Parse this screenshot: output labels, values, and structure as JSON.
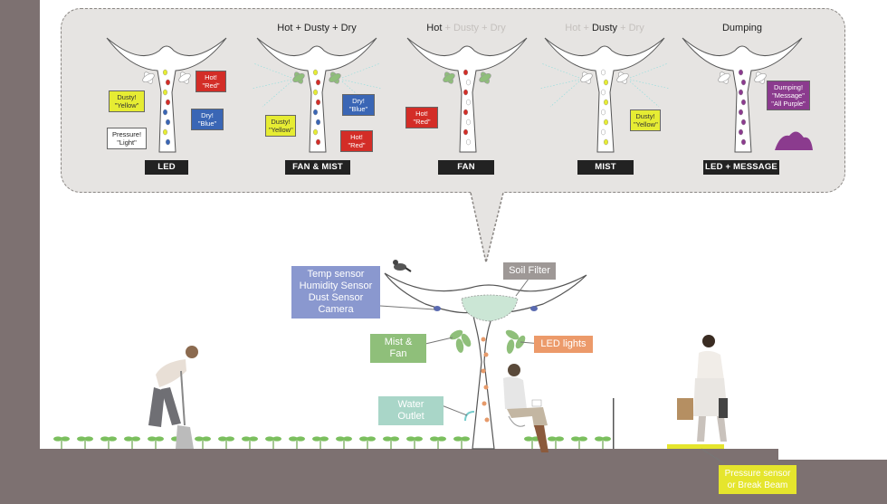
{
  "panels": [
    {
      "title_parts": [
        {
          "text": "",
          "dim": false
        }
      ],
      "button": "LED"
    },
    {
      "title_parts": [
        {
          "text": "Hot + Dusty + Dry",
          "dim": false
        }
      ],
      "button": "FAN & MIST"
    },
    {
      "title_parts": [
        {
          "text": "Hot",
          "dim": false
        },
        {
          "text": " + Dusty + Dry",
          "dim": true
        }
      ],
      "button": "FAN"
    },
    {
      "title_parts": [
        {
          "text": "Hot + ",
          "dim": true
        },
        {
          "text": "Dusty",
          "dim": false
        },
        {
          "text": " + Dry",
          "dim": true
        }
      ],
      "button": "MIST"
    },
    {
      "title_parts": [
        {
          "text": "Dumping",
          "dim": false
        }
      ],
      "button": "LED + MESSAGE"
    }
  ],
  "tags": {
    "p1_yellow": "Dusty!\n\"Yellow\"",
    "p1_red": "Hot!\n\"Red\"",
    "p1_blue": "Dry!\n\"Blue\"",
    "p1_light": "Pressure!\n\"Light\"",
    "p2_yellow": "Dusty!\n\"Yellow\"",
    "p2_blue": "Dry!\n\"Blue\"",
    "p2_red": "Hot!\n\"Red\"",
    "p3_red": "Hot!\n\"Red\"",
    "p4_yellow": "Dusty!\n\"Yellow\"",
    "p5_message": "Dumping!\n\"Message\"\n\"All Purple\""
  },
  "labels": {
    "sensors": "Temp sensor\nHumidity Sensor\nDust Sensor\nCamera",
    "soil_filter": "Soil Filter",
    "mist_fan": "Mist & Fan",
    "led_lights": "LED lights",
    "water_outlet": "Water Outlet",
    "pressure": "Pressure sensor\nor Break Beam"
  },
  "colors": {
    "ground": "#7d7171",
    "bubble": "#e6e4e2",
    "tag_yellow": "#e6ec33",
    "tag_red": "#d32d27",
    "tag_blue": "#3a66b5",
    "tag_purple": "#8b3b8e",
    "label_blue": "#8a98cf",
    "label_green": "#8fbf7a",
    "label_orange": "#ec9a6a",
    "label_aqua": "#a9d6c8",
    "label_yellow": "#e5e52d"
  }
}
